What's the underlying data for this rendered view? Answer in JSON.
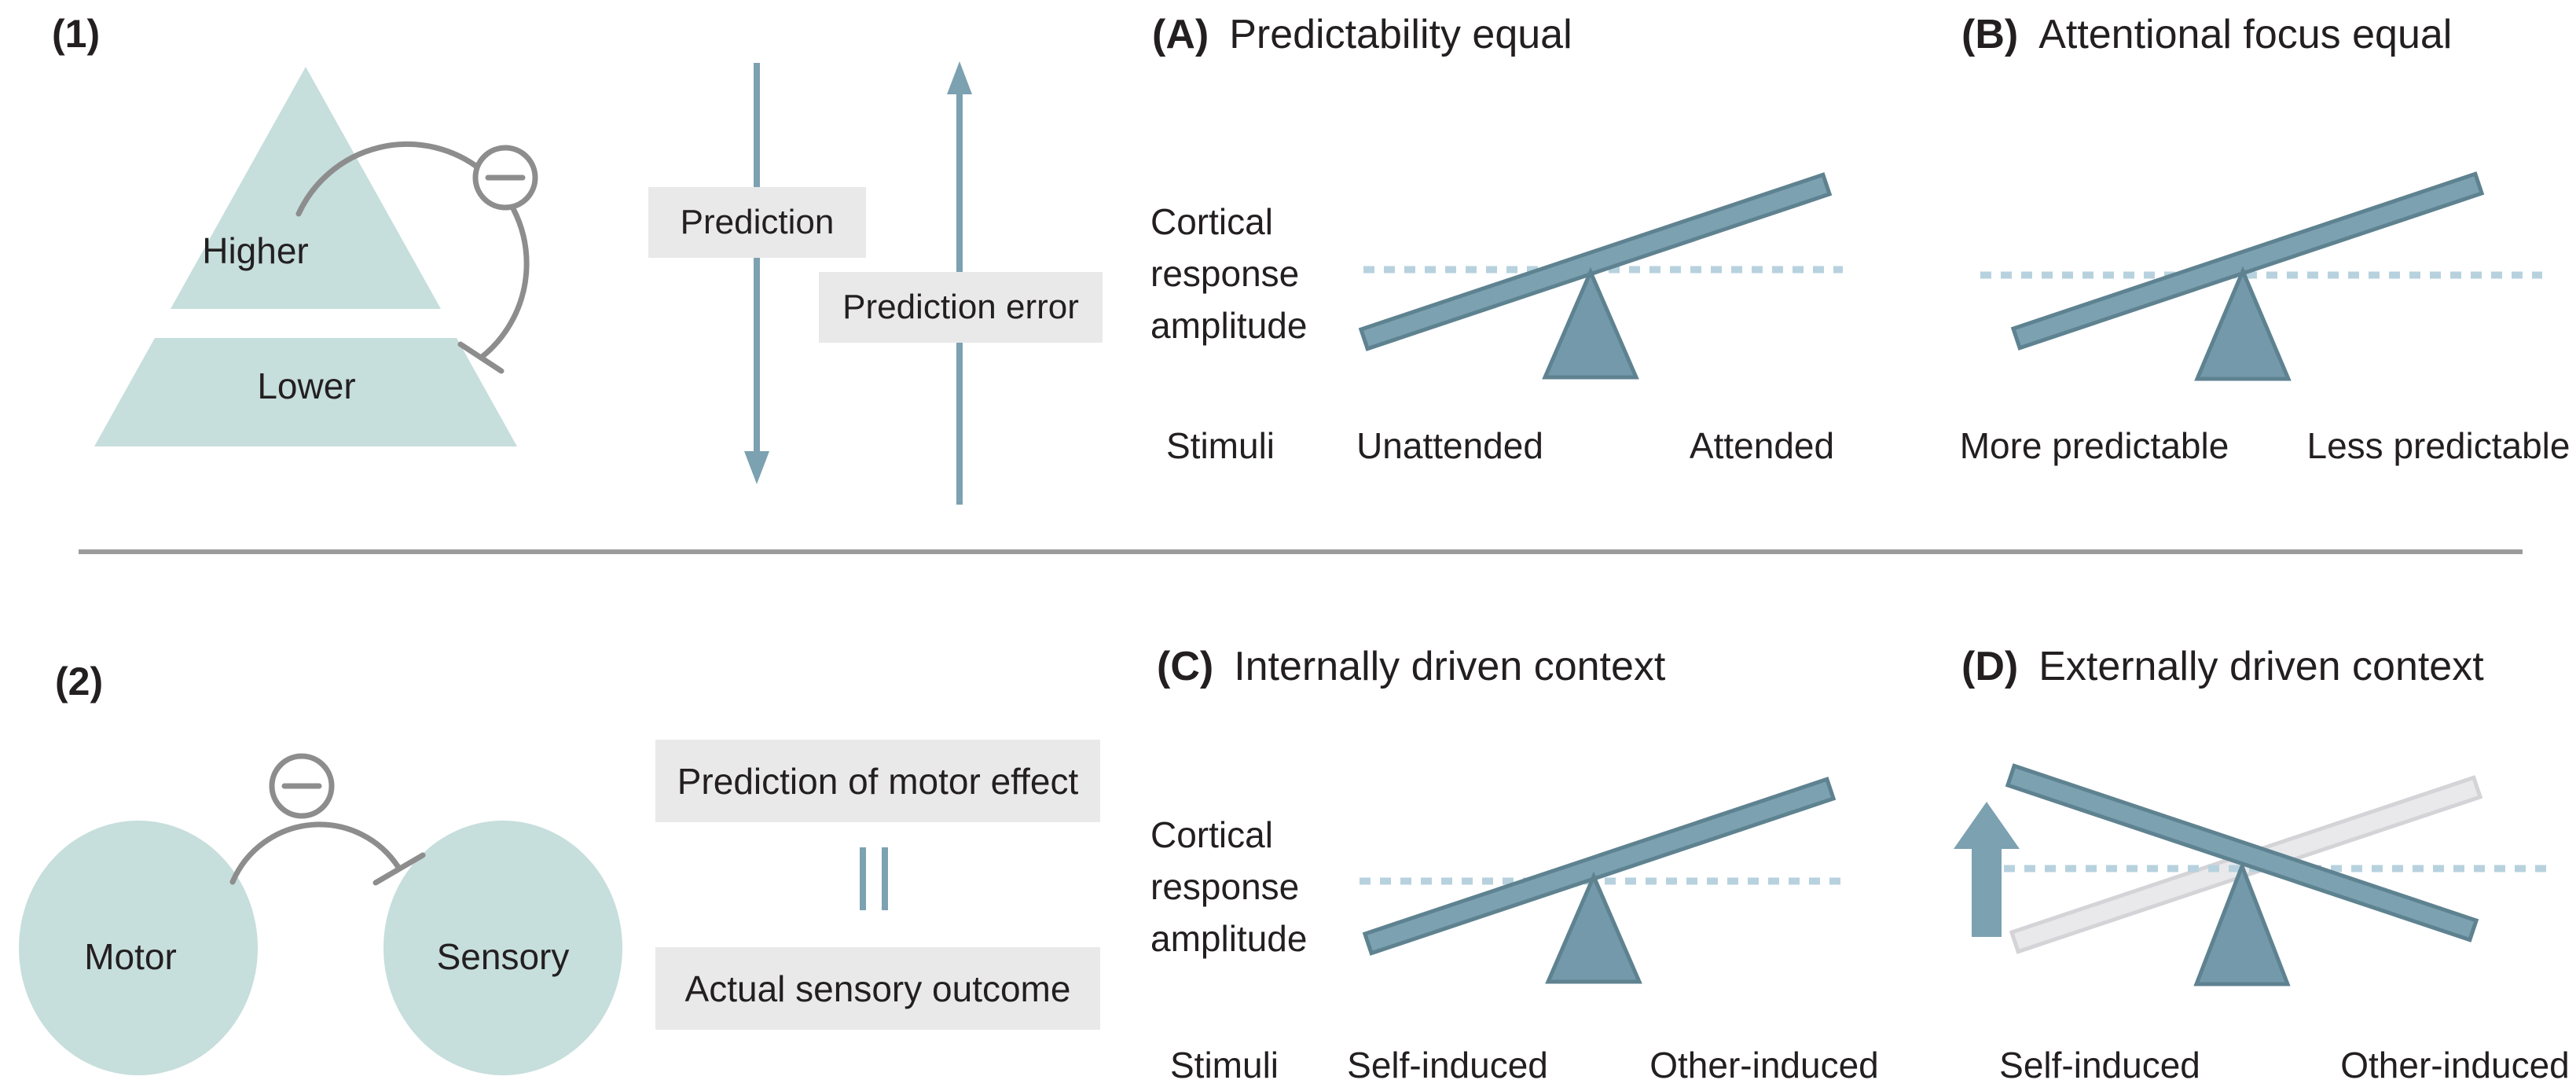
{
  "figure": {
    "kind": "conceptual neuroscience figure: predictive processing and sensory attenuation",
    "background": "#FFFFFF"
  },
  "colors": {
    "shape_teal": "#C6DEDC",
    "steel_blue": "#7CA1B1",
    "steel_blue_dark": "#5E8290",
    "fulcrum_blue": "#7499AA",
    "dashed_baseline": "#B7D2DE",
    "ghost_beam": "#E9E9EC",
    "ghost_beam_border": "#D4D4D8",
    "label_box_bg": "#E9E9E9",
    "connector_gray": "#8D8D8D",
    "divider_gray": "#9B9B9B",
    "text": "#231F20"
  },
  "icons": {
    "minus_circle": "⊖",
    "equals_marks": "‖",
    "up_arrow": "↑",
    "down_arrow": "↓",
    "inhibitory_terminal": "T-bar"
  },
  "section1": {
    "label": "(1)",
    "higher": "Higher",
    "lower": "Lower",
    "prediction_label": "Prediction",
    "prediction_error_label": "Prediction error"
  },
  "section2": {
    "label": "(2)",
    "motor": "Motor",
    "sensory": "Sensory",
    "prediction_box": "Prediction of motor effect",
    "outcome_box": "Actual sensory outcome"
  },
  "panels": {
    "a": {
      "tag": "(A)",
      "title": "Predictability equal",
      "axis_label": "Cortical\nresponse\namplitude",
      "stimuli": "Stimuli",
      "left": "Unattended",
      "right": "Attended",
      "tilt": "right-up"
    },
    "b": {
      "tag": "(B)",
      "title": "Attentional focus equal",
      "left": "More predictable",
      "right": "Less predictable",
      "tilt": "right-up"
    },
    "c": {
      "tag": "(C)",
      "title": "Internally driven context",
      "axis_label": "Cortical\nresponse\namplitude",
      "stimuli": "Stimuli",
      "left": "Self-induced",
      "right": "Other-induced",
      "tilt": "right-up"
    },
    "d": {
      "tag": "(D)",
      "title": "Externally driven context",
      "left": "Self-induced",
      "right": "Other-induced",
      "tilt": "left-up",
      "ghost_tilt": "right-up",
      "annotation": "up arrow: self-induced response increases; gray beam shows previous balance"
    }
  }
}
